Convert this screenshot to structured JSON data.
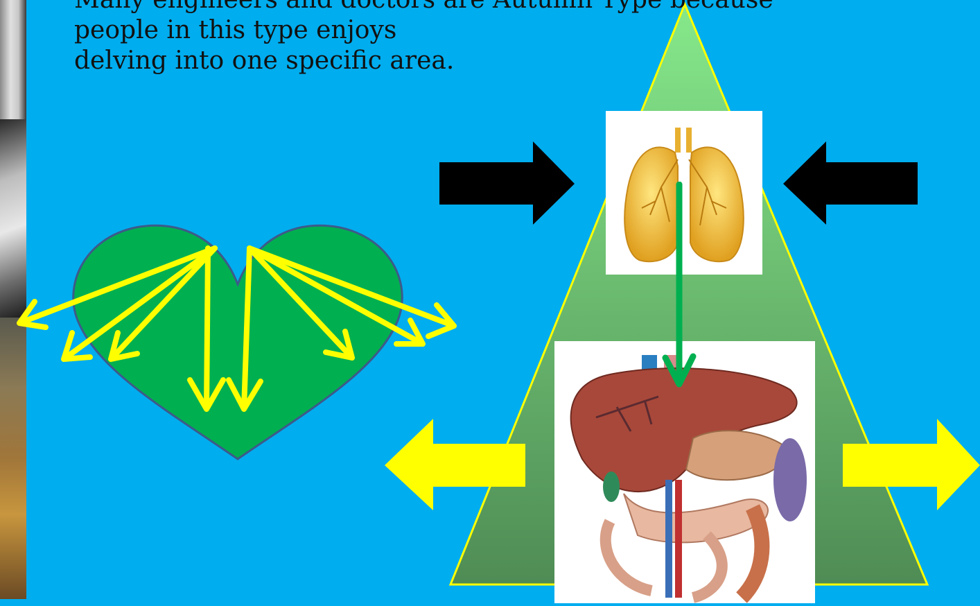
{
  "slide": {
    "background_color": "#00adef",
    "text_lines": [
      "Many engineers and doctors are Autumn Type because",
      "people in this type enjoys",
      "delving into one specific area."
    ]
  },
  "left_strip": {
    "photos": [
      {
        "name": "portrait-photo-1",
        "tone": "grayscale"
      },
      {
        "name": "portrait-photo-2",
        "tone": "grayscale"
      },
      {
        "name": "landscape-photo",
        "tone": "autumn"
      }
    ]
  },
  "heart": {
    "fill": "#00b050",
    "outline": "#3d5a8a",
    "arrow_color": "#ffff00",
    "arrow_count": 8
  },
  "triangle": {
    "fill_top": "#86e88a",
    "fill_bottom": "#4f8c55",
    "outline": "#ffff00"
  },
  "lungs_image": {
    "icon": "lungs-illustration"
  },
  "abdomen_image": {
    "icon": "abdominal-organs-illustration"
  },
  "arrows": {
    "inward_color": "#000000",
    "outward_color": "#ffff00",
    "link_color": "#00b050"
  }
}
